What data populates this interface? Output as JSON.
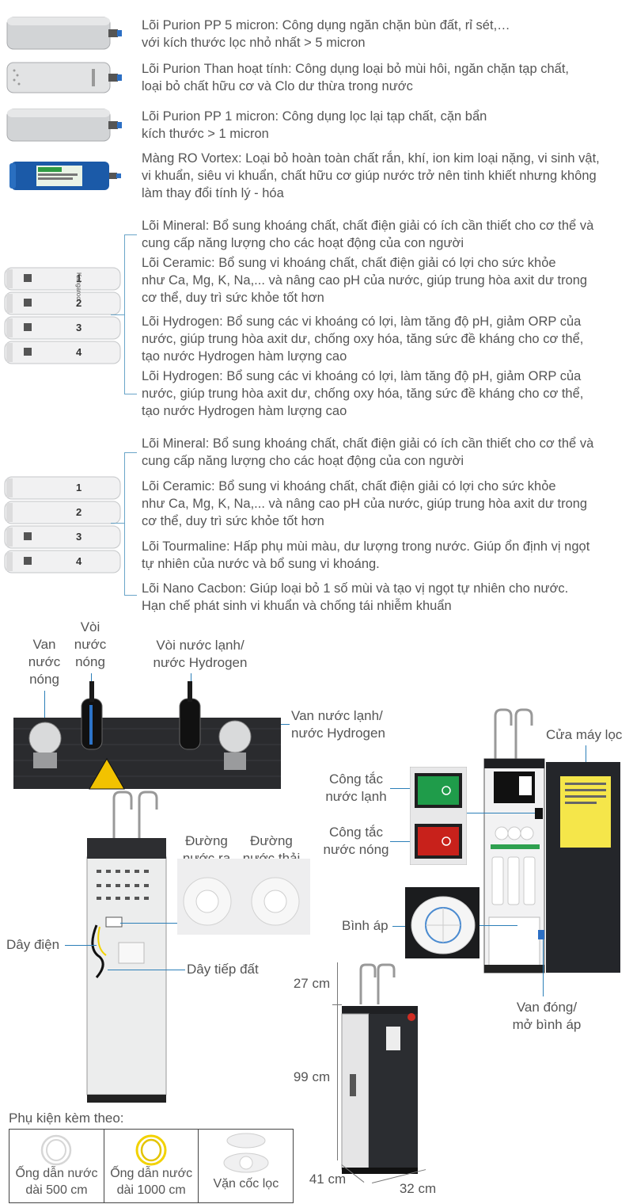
{
  "filters": [
    {
      "text": "Lõi Purion PP 5 micron: Công dụng ngăn chặn bùn đất, rỉ sét,…\nvới kích thước lọc nhỏ nhất > 5 micron"
    },
    {
      "text": "Lõi Purion Than hoạt tính: Công dụng loại bỏ mùi hôi, ngăn chặn tạp chất,\nloại bỏ chất hữu cơ và Clo dư thừa trong nước"
    },
    {
      "text": "Lõi Purion PP 1 micron: Công dụng lọc lại tạp chất, cặn bẩn\nkích thước > 1 micron"
    },
    {
      "text": "Màng RO Vortex: Loại bỏ hoàn toàn chất rắn, khí, ion kim loại nặng, vi sinh vật,\nvi khuẩn, siêu vi khuẩn, chất hữu cơ giúp nước trở nên tinh khiết nhưng không\nlàm thay đổi tính lý - hóa"
    }
  ],
  "group1": [
    {
      "text": "Lõi Mineral: Bổ sung khoáng chất, chất điện giải có ích cần thiết cho cơ thể và\ncung cấp năng lượng cho các hoạt động của con người"
    },
    {
      "text": "Lõi Ceramic: Bổ sung vi khoáng chất, chất điện giải có lợi cho sức khỏe\nnhư Ca, Mg, K, Na,... và nâng cao pH của nước, giúp trung hòa axit dư trong\ncơ thể, duy trì sức khỏe tốt hơn"
    },
    {
      "text": "Lõi Hydrogen: Bổ sung các vi khoáng có lợi, làm tăng độ pH, giảm ORP của\nnước, giúp trung hòa axit dư, chống oxy hóa, tăng sức đề kháng cho cơ thể,\ntạo nước Hydrogen hàm lượng cao"
    },
    {
      "text": "Lõi Hydrogen: Bổ sung các vi khoáng có lợi, làm tăng độ pH, giảm ORP của\nnước, giúp trung hòa axit dư, chống oxy hóa, tăng sức đề kháng cho cơ thể,\ntạo nước Hydrogen hàm lượng cao"
    }
  ],
  "group2": [
    {
      "text": "Lõi Mineral: Bổ sung khoáng chất, chất điện giải có ích cần thiết cho cơ thể và\ncung cấp năng lượng cho các hoạt động của con người"
    },
    {
      "text": "Lõi Ceramic: Bổ sung vi khoáng chất, chất điện giải có lợi cho sức khỏe\nnhư Ca, Mg, K, Na,... và nâng cao pH của nước, giúp trung hòa axit dư trong\ncơ thể, duy trì sức khỏe tốt hơn"
    },
    {
      "text": "Lõi Tourmaline: Hấp phụ mùi màu, dư lượng trong nước. Giúp ổn định vị ngọt\ntự nhiên của nước và bổ sung vi khoáng."
    },
    {
      "text": "Lõi Nano Cacbon: Giúp loại bỏ 1 số mùi và tạo vị ngọt tự nhiên cho nước.\nHạn chế phát sinh vi khuẩn và chống tái nhiễm khuẩn"
    }
  ],
  "cartridge_numbers": [
    "1",
    "2",
    "3",
    "4"
  ],
  "brand": "Kangaroo",
  "labels": {
    "hot_valve": "Van\nnước\nnóng",
    "hot_tap": "Vòi\nnước\nnóng",
    "cold_tap": "Vòi nước lạnh/\nnước Hydrogen",
    "cold_valve": "Van nước lạnh/\nnước Hydrogen",
    "cabinet_door": "Cửa máy lọc",
    "cold_switch": "Công tắc\nnước lạnh",
    "hot_switch": "Công tắc\nnước nóng",
    "water_out": "Đường\nnước ra",
    "waste_water": "Đường\nnước thải",
    "power_cord": "Dây điện",
    "ground_wire": "Dây tiếp đất",
    "pressure_tank": "Bình áp",
    "tank_valve": "Van đóng/\nmở bình áp"
  },
  "dimensions": {
    "top": "27 cm",
    "height": "99 cm",
    "depth": "41 cm",
    "width": "32 cm"
  },
  "accessories": {
    "title": "Phụ kiện kèm theo:",
    "items": [
      {
        "label": "Ống dẫn nước\ndài 500 cm"
      },
      {
        "label": "Ống dẫn nước\ndài 1000 cm"
      },
      {
        "label": "Vặn cốc lọc"
      }
    ]
  },
  "colors": {
    "leader": "#2c7fb8",
    "bracket": "#6aa5c8",
    "text": "#555555",
    "tube_yellow": "#f2d200",
    "switch_green": "#1f9c4a",
    "switch_red": "#c8211b"
  }
}
